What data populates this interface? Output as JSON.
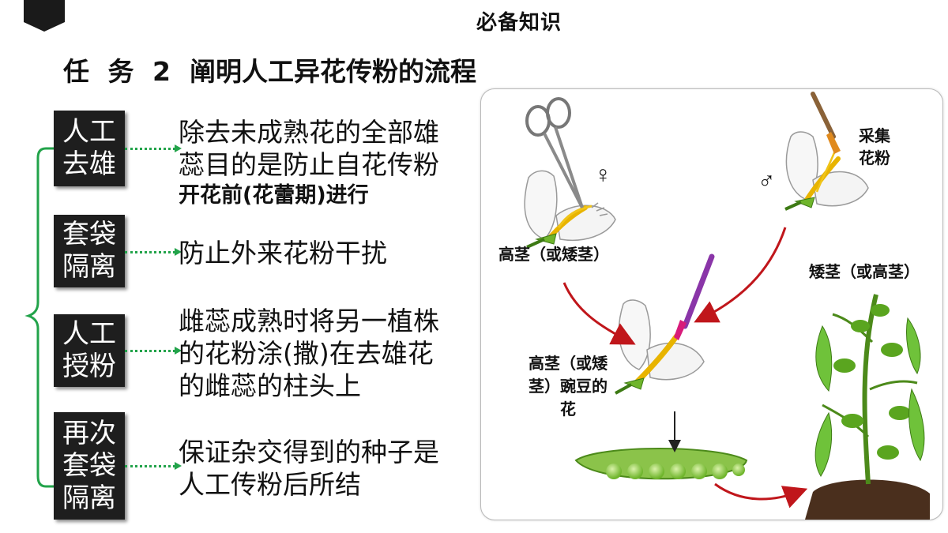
{
  "header": {
    "title": "必备知识"
  },
  "task": {
    "label": "任 务 2",
    "title": "阐明人工异花传粉的流程"
  },
  "steps": [
    {
      "label": "人工去雄",
      "description": "除去未成熟花的全部雄蕊目的是防止自花传粉",
      "note": "开花前(花蕾期)进行"
    },
    {
      "label": "套袋隔离",
      "description": "防止外来花粉干扰"
    },
    {
      "label": "人工授粉",
      "description": "雌蕊成熟时将另一植株的花粉涂(撒)在去雄花的雌蕊的柱头上"
    },
    {
      "label": "再次套袋隔离",
      "description": "保证杂交得到的种子是人工传粉后所结"
    }
  ],
  "diagram": {
    "female_symbol": "♀",
    "male_symbol": "♂",
    "collect_pollen_label": "采集花粉",
    "tall_or_dwarf_label": "高茎（或矮茎）",
    "dwarf_or_tall_label": "矮茎（或高茎）",
    "pea_flower_label": "高茎（或矮茎）豌豆的花"
  },
  "colors": {
    "accent_green": "#22a34a",
    "box_dark": "#1e1e1e",
    "arrow_red": "#c0161b"
  }
}
